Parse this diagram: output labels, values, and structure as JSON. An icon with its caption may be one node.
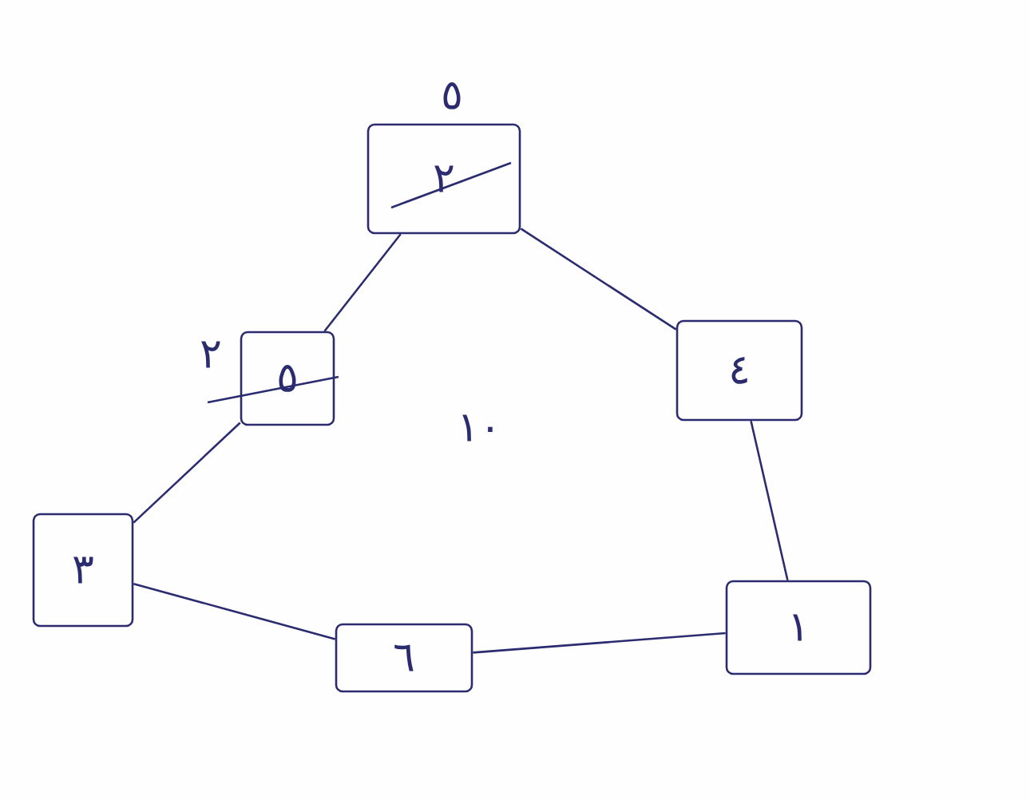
{
  "diagram": {
    "nodes": [
      {
        "text": [
          "٢"
        ],
        "beside": [
          "٥"
        ]
      },
      {
        "text": [
          "٥"
        ],
        "beside": [
          "٢"
        ]
      },
      {
        "text": [
          "٤"
        ]
      },
      {
        "text": [
          "٣"
        ]
      },
      {
        "text": [
          "٦"
        ]
      },
      {
        "text": [
          "١"
        ]
      }
    ],
    "edges": [
      {
        "from": 0,
        "to": 2,
        "arrow": "none"
      },
      {
        "from": 0,
        "to": 1,
        "arrow": "none"
      },
      {
        "from": 1,
        "to": 3,
        "arrow": "none"
      },
      {
        "from": 3,
        "to": 4,
        "arrow": "none"
      },
      {
        "from": 4,
        "to": 5,
        "arrow": "none"
      },
      {
        "from": 5,
        "to": 2,
        "arrow": "none"
      }
    ],
    "labels": [
      "١٠"
    ]
  }
}
